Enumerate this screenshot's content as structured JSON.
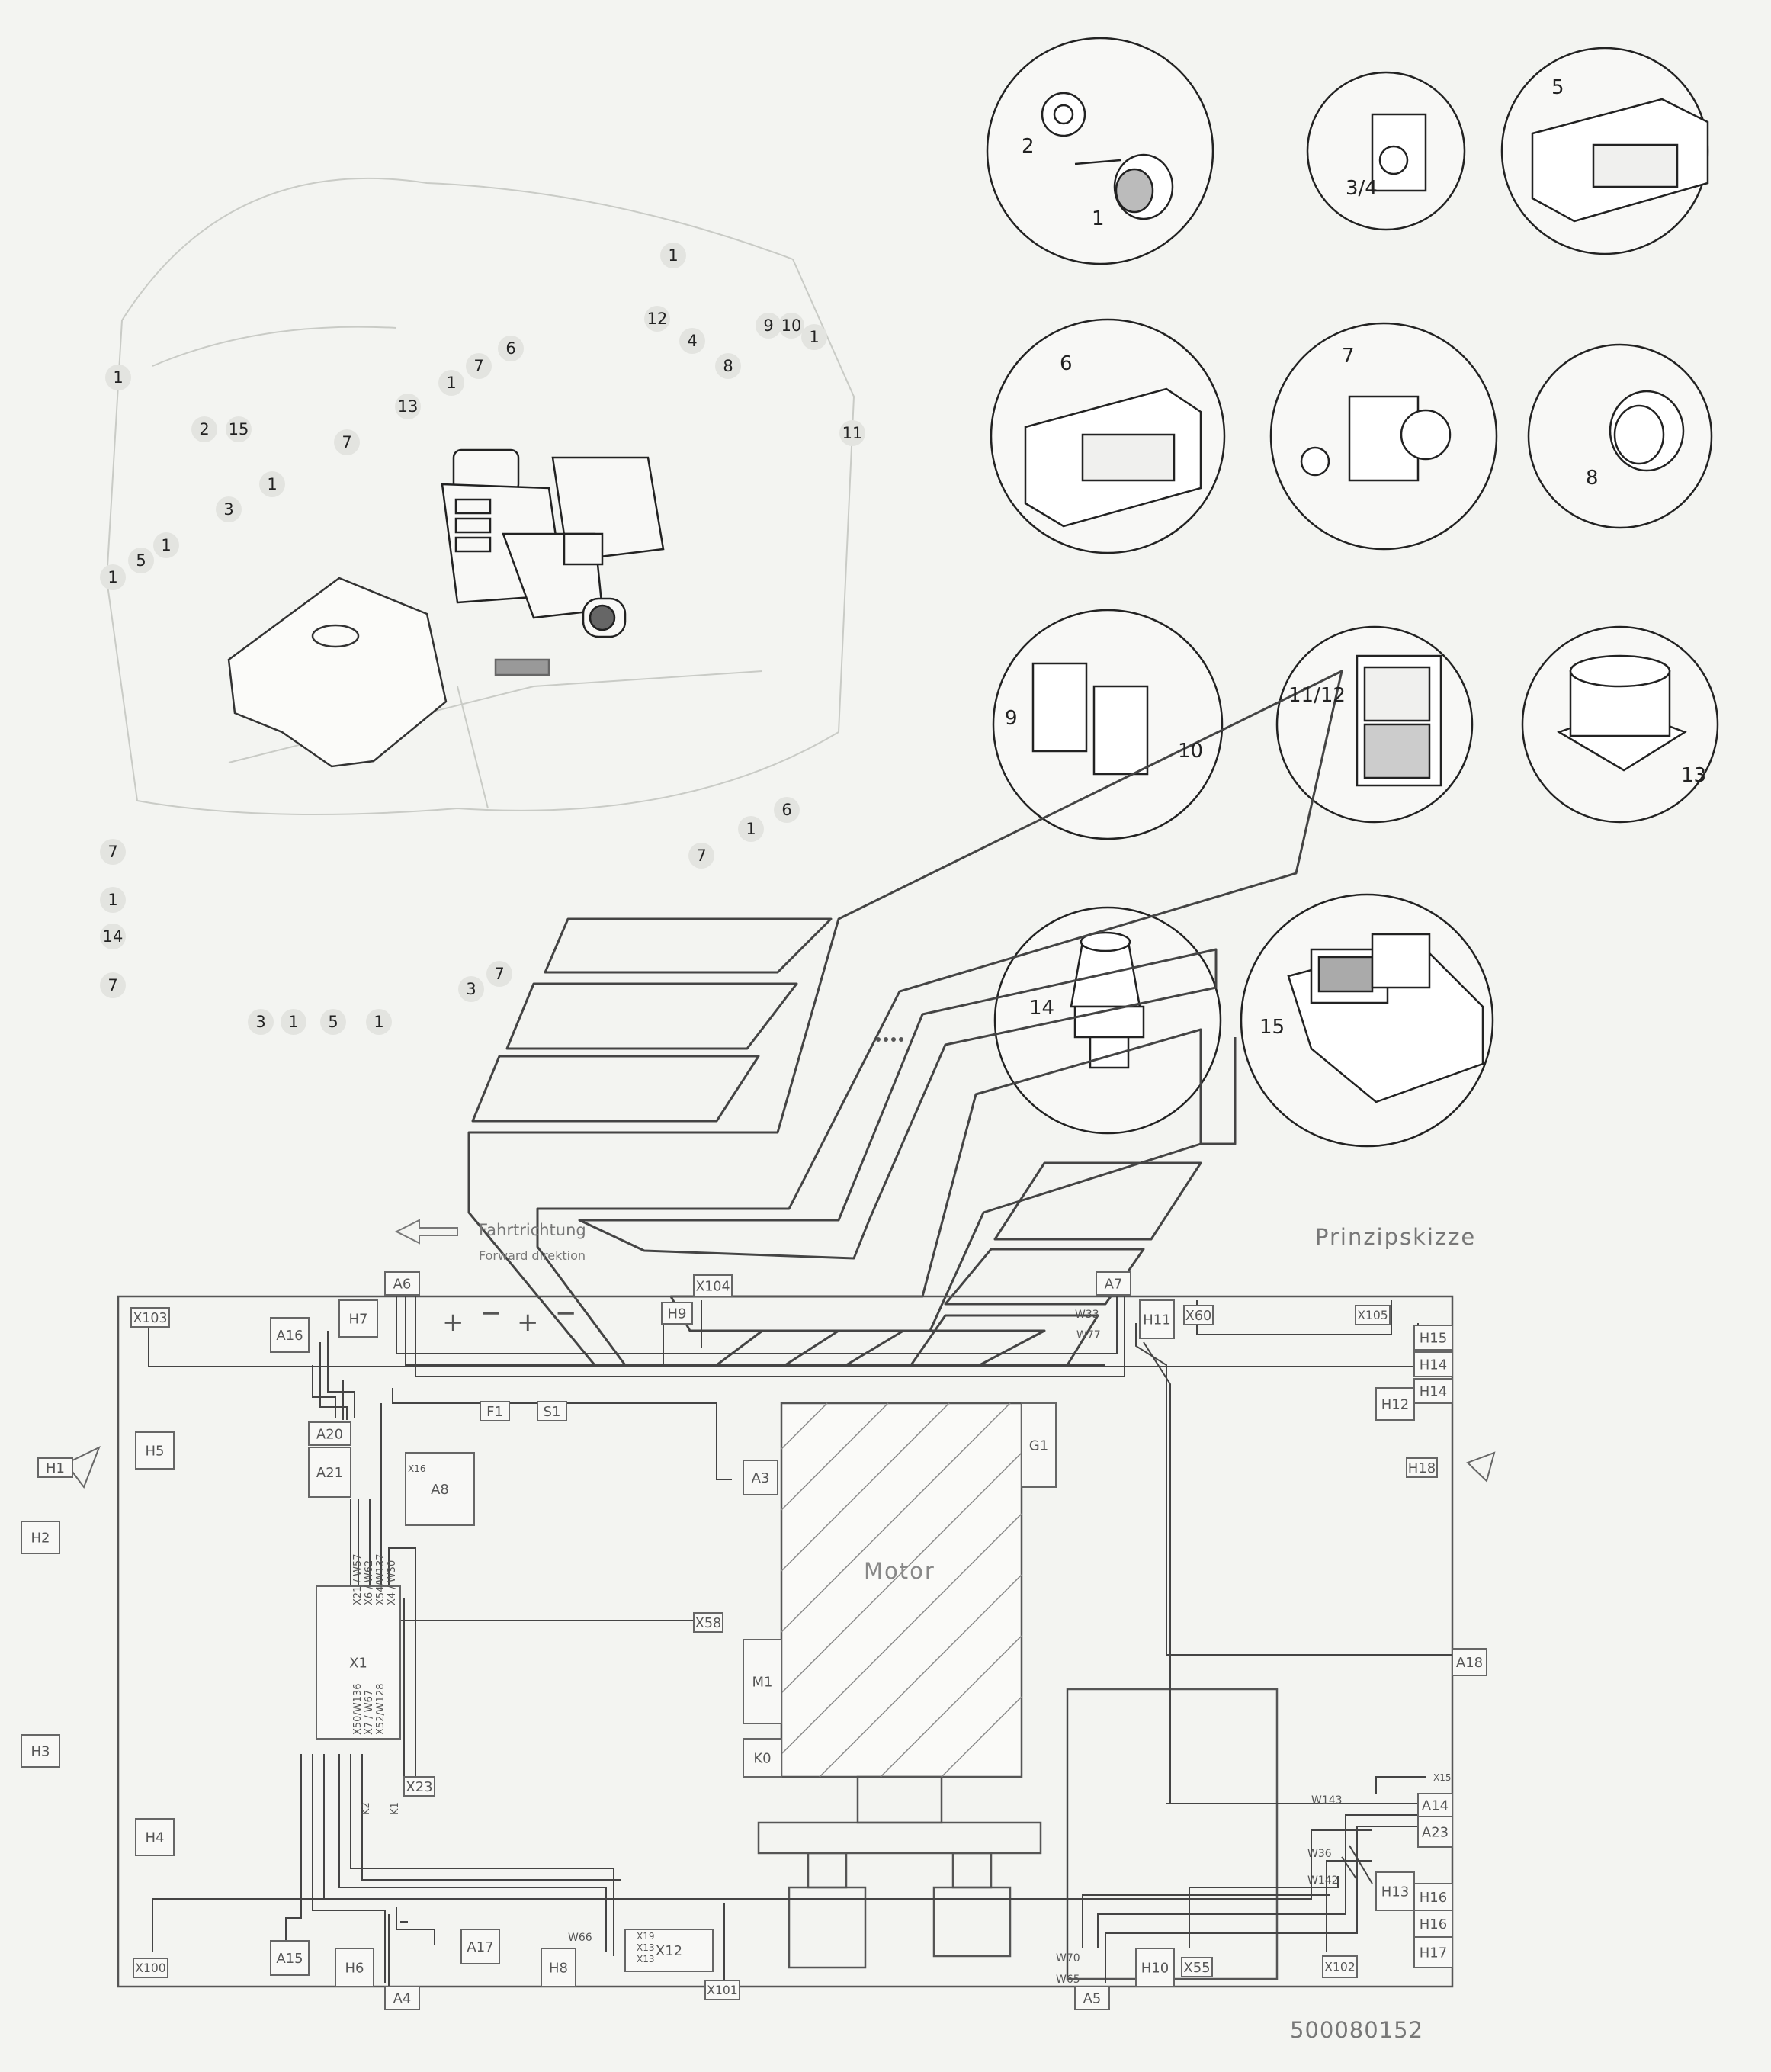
{
  "title": "Prinzipskizze",
  "direction": {
    "de": "Fahrtrichtung",
    "en": "Forward direktion"
  },
  "motor_label": "Motor",
  "doc_number": "500080152",
  "scatter_labels": [
    "1",
    "12",
    "4",
    "9",
    "10",
    "1",
    "8",
    "6",
    "7",
    "1",
    "13",
    "11",
    "1",
    "2",
    "15",
    "7",
    "1",
    "3",
    "1",
    "5",
    "1",
    "7",
    "6",
    "1",
    "7",
    "1",
    "14",
    "7",
    "3",
    "7",
    "3",
    "1",
    "5",
    "1"
  ],
  "components": [
    {
      "label": "1"
    },
    {
      "label": "2"
    },
    {
      "label": "3/4"
    },
    {
      "label": "5"
    },
    {
      "label": "6"
    },
    {
      "label": "7"
    },
    {
      "label": "8"
    },
    {
      "label": "9"
    },
    {
      "label": "10"
    },
    {
      "label": "11/12"
    },
    {
      "label": "13"
    },
    {
      "label": "14"
    },
    {
      "label": "15"
    }
  ],
  "modules": {
    "A6": "A6",
    "A7": "A7",
    "A16": "A16",
    "H7": "H7",
    "X103": "X103",
    "X104": "X104",
    "H9": "H9",
    "H11": "H11",
    "X60": "X60",
    "X105": "X105",
    "H15": "H15",
    "H14a": "H14",
    "H14b": "H14",
    "H12": "H12",
    "H1": "H1",
    "H18": "H18",
    "H2": "H2",
    "H3": "H3",
    "H5": "H5",
    "H4": "H4",
    "A20": "A20",
    "A21": "A21",
    "A8": "A8",
    "X16": "X16",
    "F1": "F1",
    "S1": "S1",
    "A3": "A3",
    "G1": "G1",
    "X1": "X1",
    "X58": "X58",
    "M1": "M1",
    "K0": "K0",
    "X23": "X23",
    "A18": "A18",
    "X15": "X15",
    "A14": "A14",
    "A23": "A23",
    "H13": "H13",
    "H16a": "H16",
    "H16b": "H16",
    "H17": "H17",
    "X100": "X100",
    "A15": "A15",
    "H6": "H6",
    "A4": "A4",
    "A17": "A17",
    "H8": "H8",
    "X12": "X12",
    "X19": "X19",
    "X13a": "X13",
    "X13b": "X13",
    "X101": "X101",
    "A5": "A5",
    "H10": "H10",
    "X55": "X55",
    "X102": "X102"
  },
  "wires": {
    "W33": "W33",
    "W77": "W77",
    "W143": "W143",
    "W36": "W36",
    "W142": "W142",
    "W66": "W66",
    "W70": "W70",
    "W65": "W65",
    "x1_top": "X21 / W57",
    "x1_top2": "X6 / W62",
    "x1_top3": "X54/W137",
    "x1_top4": "X4 / W30",
    "x1_bot": "X50/W136",
    "x1_bot2": "X7 / W67",
    "x1_bot3": "X52/W128",
    "k2": "K2",
    "k1": "K1"
  },
  "symbols": {
    "plus": "+",
    "minus": "−"
  }
}
